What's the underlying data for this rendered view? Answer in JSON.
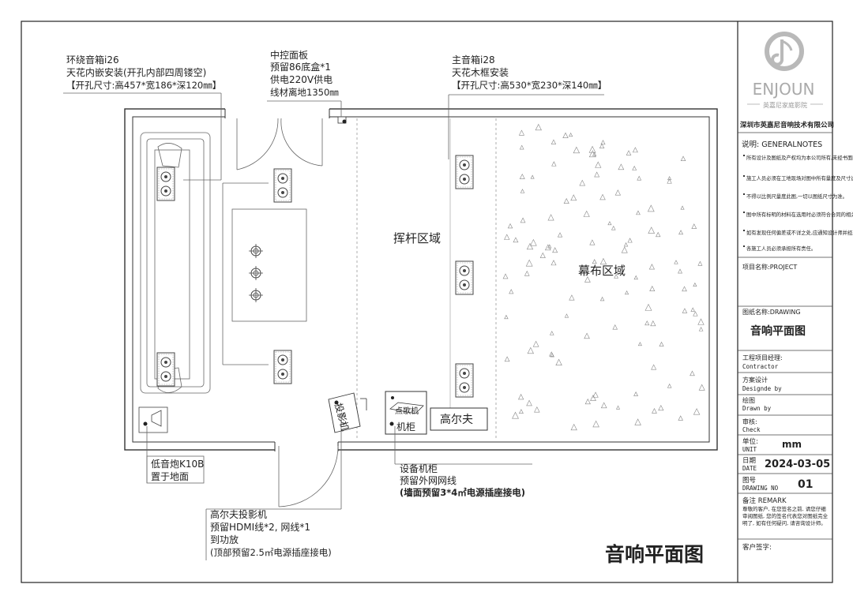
{
  "callouts": {
    "surround": [
      "环绕音箱i26",
      "天花内嵌安装(开孔内部四周镂空)",
      "【开孔尺寸:高457*宽186*深120㎜】"
    ],
    "control_panel": [
      "中控面板",
      "预留86底盒*1",
      "供电220V供电",
      "线材离地1350㎜"
    ],
    "main_speaker": [
      "主音箱i28",
      "天花木框安装",
      "【开孔尺寸:高530*宽230*深140㎜】"
    ],
    "subwoofer": [
      "低音炮K10B",
      "置于地面"
    ],
    "cabinet": [
      "设备机柜",
      "预留外网网线",
      "(墙面预留3*4㎡电源插座接电)"
    ],
    "projector": [
      "高尔夫投影机",
      "预留HDMI线*2, 网线*1",
      "到功放",
      "(顶部预留2.5㎡电源插座接电)"
    ]
  },
  "zones": {
    "swing": "挥杆区域",
    "screen": "幕布区域"
  },
  "room_labels": {
    "projector": "投影机",
    "karaoke": "点歌机",
    "cabinet": "机柜",
    "golf": "高尔夫"
  },
  "drawing_title": "音响平面图",
  "title_block": {
    "logo_text": "ENJOUN",
    "logo_sub": "英嘉尼家庭影院",
    "company": "深圳市英嘉尼音响技术有限公司",
    "notes_title": "说明: GENERALNOTES",
    "notes": [
      "所有设计及图纸及产权均为本公司所有,未经书面同意不得采用。",
      "施工人员必须在工地现场对图中所有量度及尺寸进行核对。",
      "不得以比例尺量度此图,一切以图纸尺寸为准。",
      "图中所有标明的材料在选用时必须符合合同的相关内容",
      "如有发现任何偏差或不详之处,应通知设计师并经其调整后方可施工。",
      "各施工人员必须承担所有责任。"
    ],
    "project_label": "项目名称:PROJECT",
    "drawing_label": "图纸名称:DRAWING",
    "drawing_name": "音响平面图",
    "pm_label": "工程项目经理:",
    "pm_label_en": "Contractor",
    "design_label": "方案设计",
    "design_label_en": "Designde by",
    "drawn_label": "绘图",
    "drawn_label_en": "Drawn by",
    "check_label": "审核:",
    "check_label_en": "Check",
    "unit_label": "单位:",
    "unit_label_en": "UNIT",
    "unit_value": "mm",
    "date_label": "日期",
    "date_label_en": "DATE",
    "date_value": "2024-03-05",
    "no_label": "图号",
    "no_label_en": "DRAWING NO",
    "no_value": "01",
    "remark_label": "备注 REMARK",
    "remark_text": [
      "尊敬的客户, 在您签名之前, 请您仔细审阅图纸, 您的签名代表您对图纸完全明了, 如有任何疑问, 请咨询设计师。"
    ],
    "client_sign": "客户签字:"
  }
}
